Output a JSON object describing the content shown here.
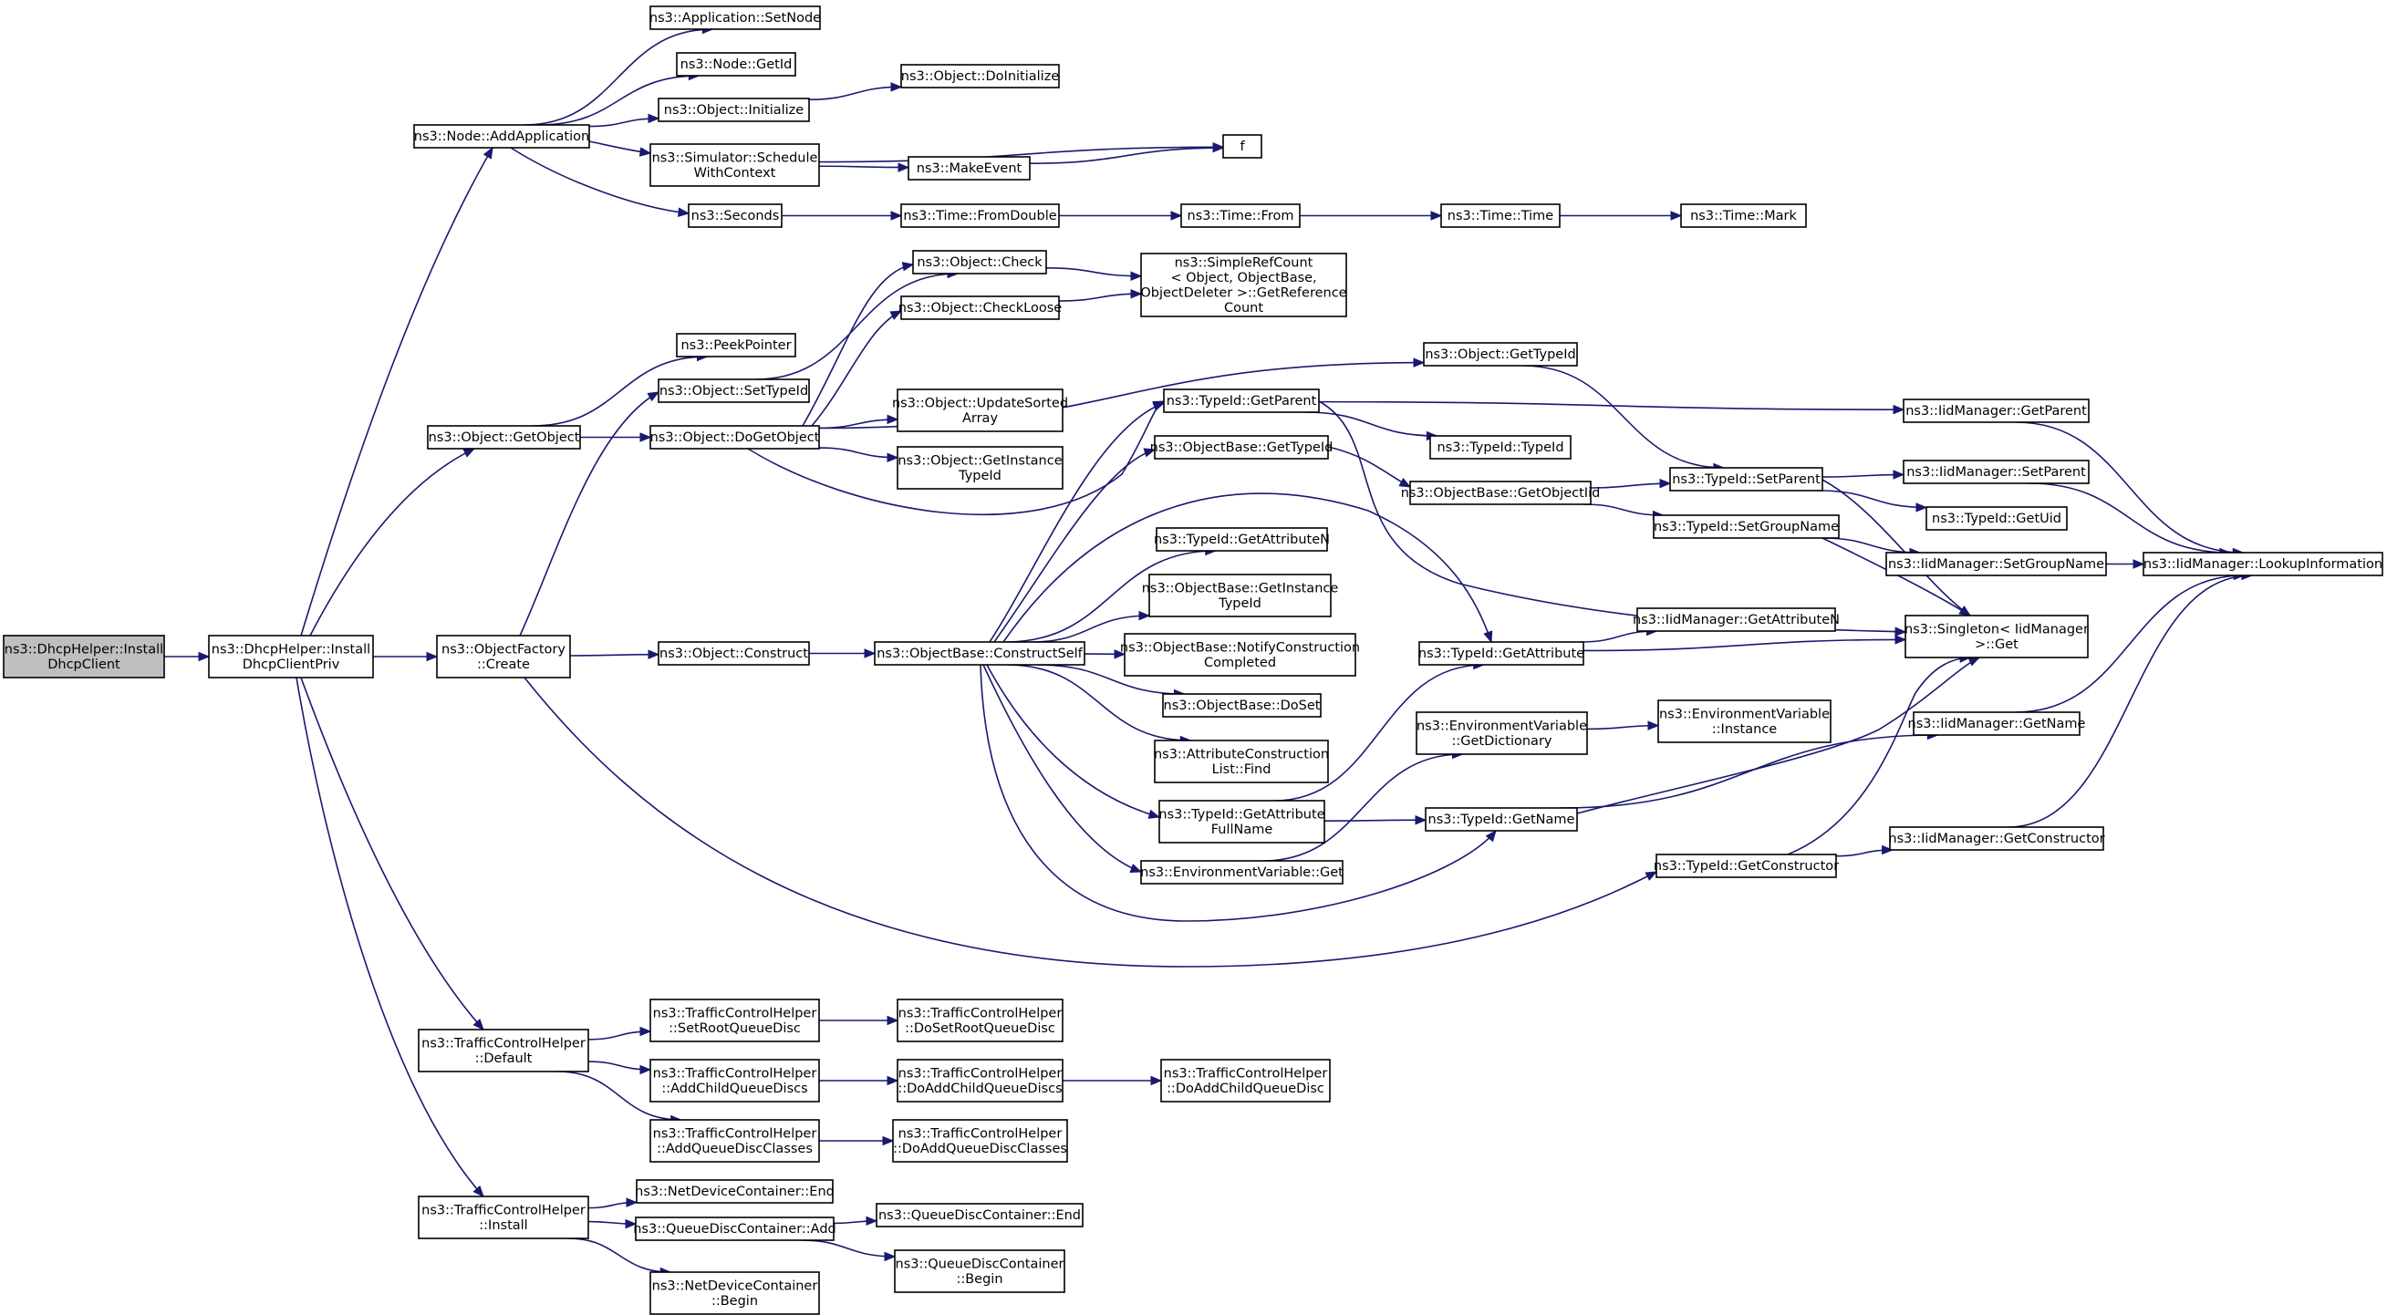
{
  "diagram": {
    "root": "install_dhcp_client",
    "nodes": [
      {
        "id": "install_dhcp_client",
        "lines": [
          "ns3::DhcpHelper::Install",
          "DhcpClient"
        ],
        "root": true
      },
      {
        "id": "install_dhcp_client_priv",
        "lines": [
          "ns3::DhcpHelper::Install",
          "DhcpClientPriv"
        ]
      },
      {
        "id": "node_add_application",
        "lines": [
          "ns3::Node::AddApplication"
        ]
      },
      {
        "id": "app_set_node",
        "lines": [
          "ns3::Application::SetNode"
        ]
      },
      {
        "id": "node_get_id",
        "lines": [
          "ns3::Node::GetId"
        ]
      },
      {
        "id": "object_initialize",
        "lines": [
          "ns3::Object::Initialize"
        ]
      },
      {
        "id": "object_do_initialize",
        "lines": [
          "ns3::Object::DoInitialize"
        ]
      },
      {
        "id": "simulator_schedule_with_context",
        "lines": [
          "ns3::Simulator::Schedule",
          "WithContext"
        ]
      },
      {
        "id": "f",
        "lines": [
          "f"
        ]
      },
      {
        "id": "make_event",
        "lines": [
          "ns3::MakeEvent"
        ]
      },
      {
        "id": "seconds",
        "lines": [
          "ns3::Seconds"
        ]
      },
      {
        "id": "time_from_double",
        "lines": [
          "ns3::Time::FromDouble"
        ]
      },
      {
        "id": "time_from",
        "lines": [
          "ns3::Time::From"
        ]
      },
      {
        "id": "time_time",
        "lines": [
          "ns3::Time::Time"
        ]
      },
      {
        "id": "time_mark",
        "lines": [
          "ns3::Time::Mark"
        ]
      },
      {
        "id": "object_check",
        "lines": [
          "ns3::Object::Check"
        ]
      },
      {
        "id": "object_check_loose",
        "lines": [
          "ns3::Object::CheckLoose"
        ]
      },
      {
        "id": "simple_ref_count",
        "lines": [
          "ns3::SimpleRefCount",
          "< Object, ObjectBase,",
          " ObjectDeleter >::GetReference",
          "Count"
        ]
      },
      {
        "id": "peek_pointer",
        "lines": [
          "ns3::PeekPointer"
        ]
      },
      {
        "id": "object_set_type_id",
        "lines": [
          "ns3::Object::SetTypeId"
        ]
      },
      {
        "id": "object_get_object",
        "lines": [
          "ns3::Object::GetObject"
        ]
      },
      {
        "id": "object_do_get_object",
        "lines": [
          "ns3::Object::DoGetObject"
        ]
      },
      {
        "id": "object_get_type_id",
        "lines": [
          "ns3::Object::GetTypeId"
        ]
      },
      {
        "id": "object_update_sorted_array",
        "lines": [
          "ns3::Object::UpdateSorted",
          "Array"
        ]
      },
      {
        "id": "object_get_instance_type_id",
        "lines": [
          "ns3::Object::GetInstance",
          "TypeId"
        ]
      },
      {
        "id": "typeid_get_parent",
        "lines": [
          "ns3::TypeId::GetParent"
        ]
      },
      {
        "id": "iidmanager_get_parent",
        "lines": [
          "ns3::IidManager::GetParent"
        ]
      },
      {
        "id": "typeid_typeid",
        "lines": [
          "ns3::TypeId::TypeId"
        ]
      },
      {
        "id": "objectbase_get_type_id",
        "lines": [
          "ns3::ObjectBase::GetTypeId"
        ]
      },
      {
        "id": "objectbase_get_object_iid",
        "lines": [
          "ns3::ObjectBase::GetObjectIid"
        ]
      },
      {
        "id": "typeid_set_parent",
        "lines": [
          "ns3::TypeId::SetParent"
        ]
      },
      {
        "id": "iidmanager_set_parent",
        "lines": [
          "ns3::IidManager::SetParent"
        ]
      },
      {
        "id": "typeid_get_uid",
        "lines": [
          "ns3::TypeId::GetUid"
        ]
      },
      {
        "id": "typeid_set_group_name",
        "lines": [
          "ns3::TypeId::SetGroupName"
        ]
      },
      {
        "id": "iidmanager_set_group_name",
        "lines": [
          "ns3::IidManager::SetGroupName"
        ]
      },
      {
        "id": "iidmanager_lookup_information",
        "lines": [
          "ns3::IidManager::LookupInformation"
        ]
      },
      {
        "id": "typeid_get_attribute_n",
        "lines": [
          "ns3::TypeId::GetAttributeN"
        ]
      },
      {
        "id": "objectbase_get_instance_type_id",
        "lines": [
          "ns3::ObjectBase::GetInstance",
          "TypeId"
        ]
      },
      {
        "id": "objectbase_notify_construction_completed",
        "lines": [
          "ns3::ObjectBase::NotifyConstruction",
          "Completed"
        ]
      },
      {
        "id": "objectbase_do_set",
        "lines": [
          "ns3::ObjectBase::DoSet"
        ]
      },
      {
        "id": "attribute_construction_list_find",
        "lines": [
          "ns3::AttributeConstruction",
          "List::Find"
        ]
      },
      {
        "id": "typeid_get_attribute_full_name",
        "lines": [
          "ns3::TypeId::GetAttribute",
          "FullName"
        ]
      },
      {
        "id": "env_var_get",
        "lines": [
          "ns3::EnvironmentVariable::Get"
        ]
      },
      {
        "id": "object_factory_create",
        "lines": [
          "ns3::ObjectFactory",
          "::Create"
        ]
      },
      {
        "id": "object_construct",
        "lines": [
          "ns3::Object::Construct"
        ]
      },
      {
        "id": "objectbase_construct_self",
        "lines": [
          "ns3::ObjectBase::ConstructSelf"
        ]
      },
      {
        "id": "iidmanager_get_attribute_n",
        "lines": [
          "ns3::IidManager::GetAttributeN"
        ]
      },
      {
        "id": "typeid_get_attribute",
        "lines": [
          "ns3::TypeId::GetAttribute"
        ]
      },
      {
        "id": "singleton_iidmanager_get",
        "lines": [
          "ns3::Singleton< IidManager",
          " >::Get"
        ]
      },
      {
        "id": "env_var_get_dictionary",
        "lines": [
          "ns3::EnvironmentVariable",
          "::GetDictionary"
        ]
      },
      {
        "id": "env_var_instance",
        "lines": [
          "ns3::EnvironmentVariable",
          "::Instance"
        ]
      },
      {
        "id": "iidmanager_get_name",
        "lines": [
          "ns3::IidManager::GetName"
        ]
      },
      {
        "id": "typeid_get_name",
        "lines": [
          "ns3::TypeId::GetName"
        ]
      },
      {
        "id": "iidmanager_get_constructor",
        "lines": [
          "ns3::IidManager::GetConstructor"
        ]
      },
      {
        "id": "typeid_get_constructor",
        "lines": [
          "ns3::TypeId::GetConstructor"
        ]
      },
      {
        "id": "tch_default",
        "lines": [
          "ns3::TrafficControlHelper",
          "::Default"
        ]
      },
      {
        "id": "tch_set_root_queue_disc",
        "lines": [
          "ns3::TrafficControlHelper",
          "::SetRootQueueDisc"
        ]
      },
      {
        "id": "tch_do_set_root_queue_disc",
        "lines": [
          "ns3::TrafficControlHelper",
          "::DoSetRootQueueDisc"
        ]
      },
      {
        "id": "tch_add_child_queue_discs",
        "lines": [
          "ns3::TrafficControlHelper",
          "::AddChildQueueDiscs"
        ]
      },
      {
        "id": "tch_do_add_child_queue_discs",
        "lines": [
          "ns3::TrafficControlHelper",
          "::DoAddChildQueueDiscs"
        ]
      },
      {
        "id": "tch_do_add_child_queue_disc",
        "lines": [
          "ns3::TrafficControlHelper",
          "::DoAddChildQueueDisc"
        ]
      },
      {
        "id": "tch_add_queue_disc_classes",
        "lines": [
          "ns3::TrafficControlHelper",
          "::AddQueueDiscClasses"
        ]
      },
      {
        "id": "tch_do_add_queue_disc_classes",
        "lines": [
          "ns3::TrafficControlHelper",
          "::DoAddQueueDiscClasses"
        ]
      },
      {
        "id": "tch_install",
        "lines": [
          "ns3::TrafficControlHelper",
          "::Install"
        ]
      },
      {
        "id": "ndc_end",
        "lines": [
          "ns3::NetDeviceContainer::End"
        ]
      },
      {
        "id": "qdc_add",
        "lines": [
          "ns3::QueueDiscContainer::Add"
        ]
      },
      {
        "id": "qdc_end",
        "lines": [
          "ns3::QueueDiscContainer::End"
        ]
      },
      {
        "id": "qdc_begin",
        "lines": [
          "ns3::QueueDiscContainer",
          "::Begin"
        ]
      },
      {
        "id": "ndc_begin",
        "lines": [
          "ns3::NetDeviceContainer",
          "::Begin"
        ]
      }
    ],
    "edges": [
      [
        "install_dhcp_client",
        "install_dhcp_client_priv"
      ],
      [
        "install_dhcp_client_priv",
        "node_add_application"
      ],
      [
        "install_dhcp_client_priv",
        "object_get_object"
      ],
      [
        "install_dhcp_client_priv",
        "object_factory_create"
      ],
      [
        "install_dhcp_client_priv",
        "tch_default"
      ],
      [
        "install_dhcp_client_priv",
        "tch_install"
      ],
      [
        "node_add_application",
        "app_set_node"
      ],
      [
        "node_add_application",
        "node_get_id"
      ],
      [
        "node_add_application",
        "object_initialize"
      ],
      [
        "node_add_application",
        "simulator_schedule_with_context"
      ],
      [
        "node_add_application",
        "seconds"
      ],
      [
        "object_initialize",
        "object_do_initialize"
      ],
      [
        "simulator_schedule_with_context",
        "f"
      ],
      [
        "simulator_schedule_with_context",
        "make_event"
      ],
      [
        "make_event",
        "f"
      ],
      [
        "seconds",
        "time_from_double"
      ],
      [
        "time_from_double",
        "time_from"
      ],
      [
        "time_from",
        "time_time"
      ],
      [
        "time_time",
        "time_mark"
      ],
      [
        "object_get_object",
        "peek_pointer"
      ],
      [
        "object_get_object",
        "object_do_get_object"
      ],
      [
        "object_do_get_object",
        "object_check"
      ],
      [
        "object_do_get_object",
        "object_check_loose"
      ],
      [
        "object_do_get_object",
        "object_get_type_id"
      ],
      [
        "object_do_get_object",
        "object_update_sorted_array"
      ],
      [
        "object_do_get_object",
        "object_get_instance_type_id"
      ],
      [
        "object_do_get_object",
        "typeid_get_parent"
      ],
      [
        "object_check",
        "simple_ref_count"
      ],
      [
        "object_check_loose",
        "simple_ref_count"
      ],
      [
        "object_get_type_id",
        "typeid_set_parent"
      ],
      [
        "object_factory_create",
        "object_set_type_id"
      ],
      [
        "object_factory_create",
        "object_construct"
      ],
      [
        "object_factory_create",
        "typeid_get_constructor"
      ],
      [
        "object_set_type_id",
        "object_check"
      ],
      [
        "object_construct",
        "objectbase_construct_self"
      ],
      [
        "objectbase_construct_self",
        "typeid_get_parent"
      ],
      [
        "objectbase_construct_self",
        "objectbase_get_type_id"
      ],
      [
        "objectbase_construct_self",
        "typeid_get_attribute_n"
      ],
      [
        "objectbase_construct_self",
        "objectbase_get_instance_type_id"
      ],
      [
        "objectbase_construct_self",
        "objectbase_notify_construction_completed"
      ],
      [
        "objectbase_construct_self",
        "objectbase_do_set"
      ],
      [
        "objectbase_construct_self",
        "attribute_construction_list_find"
      ],
      [
        "objectbase_construct_self",
        "typeid_get_attribute_full_name"
      ],
      [
        "objectbase_construct_self",
        "env_var_get"
      ],
      [
        "objectbase_construct_self",
        "typeid_get_attribute"
      ],
      [
        "objectbase_construct_self",
        "typeid_get_name"
      ],
      [
        "typeid_get_parent",
        "typeid_typeid"
      ],
      [
        "typeid_get_parent",
        "iidmanager_get_parent"
      ],
      [
        "typeid_get_parent",
        "singleton_iidmanager_get"
      ],
      [
        "objectbase_get_type_id",
        "objectbase_get_object_iid"
      ],
      [
        "objectbase_get_object_iid",
        "typeid_set_parent"
      ],
      [
        "objectbase_get_object_iid",
        "typeid_set_group_name"
      ],
      [
        "typeid_set_parent",
        "iidmanager_set_parent"
      ],
      [
        "typeid_set_parent",
        "typeid_get_uid"
      ],
      [
        "typeid_set_parent",
        "singleton_iidmanager_get"
      ],
      [
        "typeid_set_group_name",
        "iidmanager_set_group_name"
      ],
      [
        "typeid_set_group_name",
        "singleton_iidmanager_get"
      ],
      [
        "iidmanager_get_parent",
        "iidmanager_lookup_information"
      ],
      [
        "iidmanager_set_parent",
        "iidmanager_lookup_information"
      ],
      [
        "iidmanager_set_group_name",
        "iidmanager_lookup_information"
      ],
      [
        "iidmanager_get_name",
        "iidmanager_lookup_information"
      ],
      [
        "iidmanager_get_constructor",
        "iidmanager_lookup_information"
      ],
      [
        "typeid_get_attribute",
        "iidmanager_get_attribute_n"
      ],
      [
        "typeid_get_attribute",
        "singleton_iidmanager_get"
      ],
      [
        "typeid_get_attribute_full_name",
        "typeid_get_attribute"
      ],
      [
        "typeid_get_attribute_full_name",
        "typeid_get_name"
      ],
      [
        "env_var_get",
        "env_var_get_dictionary"
      ],
      [
        "env_var_get_dictionary",
        "env_var_instance"
      ],
      [
        "typeid_get_name",
        "singleton_iidmanager_get"
      ],
      [
        "typeid_get_name",
        "iidmanager_get_name"
      ],
      [
        "typeid_get_constructor",
        "singleton_iidmanager_get"
      ],
      [
        "typeid_get_constructor",
        "iidmanager_get_constructor"
      ],
      [
        "tch_default",
        "tch_set_root_queue_disc"
      ],
      [
        "tch_default",
        "tch_add_child_queue_discs"
      ],
      [
        "tch_default",
        "tch_add_queue_disc_classes"
      ],
      [
        "tch_set_root_queue_disc",
        "tch_do_set_root_queue_disc"
      ],
      [
        "tch_add_child_queue_discs",
        "tch_do_add_child_queue_discs"
      ],
      [
        "tch_do_add_child_queue_discs",
        "tch_do_add_child_queue_disc"
      ],
      [
        "tch_add_queue_disc_classes",
        "tch_do_add_queue_disc_classes"
      ],
      [
        "tch_install",
        "ndc_end"
      ],
      [
        "tch_install",
        "qdc_add"
      ],
      [
        "tch_install",
        "ndc_begin"
      ],
      [
        "qdc_add",
        "qdc_end"
      ],
      [
        "qdc_add",
        "qdc_begin"
      ]
    ]
  }
}
